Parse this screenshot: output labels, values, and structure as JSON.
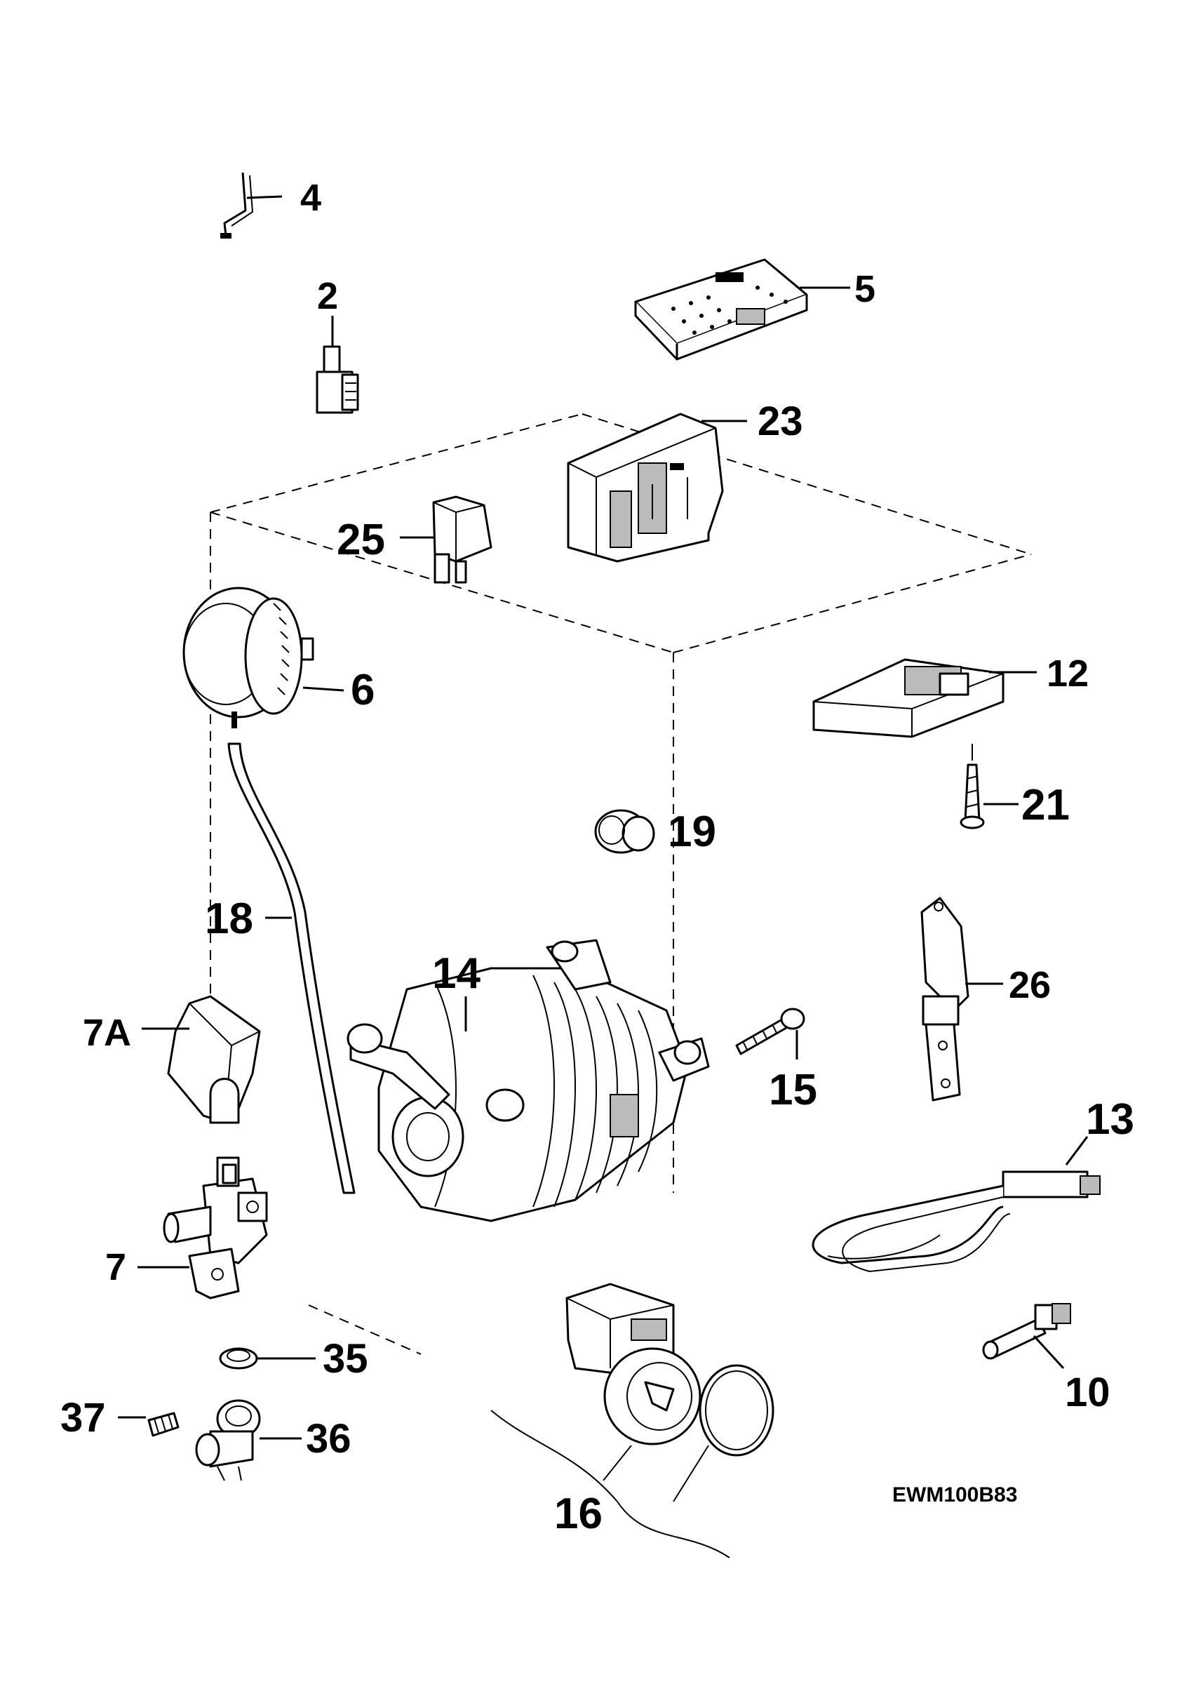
{
  "diagram": {
    "code": "EWM100B83",
    "parts": [
      {
        "id": "p4",
        "label": "4"
      },
      {
        "id": "p2",
        "label": "2"
      },
      {
        "id": "p5",
        "label": "5"
      },
      {
        "id": "p23",
        "label": "23"
      },
      {
        "id": "p25",
        "label": "25"
      },
      {
        "id": "p6",
        "label": "6"
      },
      {
        "id": "p12",
        "label": "12"
      },
      {
        "id": "p21",
        "label": "21"
      },
      {
        "id": "p19",
        "label": "19"
      },
      {
        "id": "p18",
        "label": "18"
      },
      {
        "id": "p14",
        "label": "14"
      },
      {
        "id": "p26",
        "label": "26"
      },
      {
        "id": "p7a",
        "label": "7A"
      },
      {
        "id": "p15",
        "label": "15"
      },
      {
        "id": "p13",
        "label": "13"
      },
      {
        "id": "p7",
        "label": "7"
      },
      {
        "id": "p35",
        "label": "35"
      },
      {
        "id": "p10",
        "label": "10"
      },
      {
        "id": "p37",
        "label": "37"
      },
      {
        "id": "p36",
        "label": "36"
      },
      {
        "id": "p16",
        "label": "16"
      }
    ]
  }
}
